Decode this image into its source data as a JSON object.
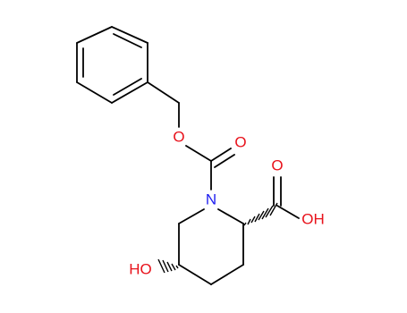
{
  "molecule": {
    "atoms": {
      "ester_oxygen": "O",
      "carbonyl_oxygen": "O",
      "ring_nitrogen": "N",
      "acid_carbonyl_oxygen": "O",
      "acid_hydroxyl": "OH",
      "ring_hydroxyl": "HO"
    },
    "colors": {
      "oxygen": "#e8121b",
      "nitrogen": "#1e1ef0",
      "carbon": "#000000"
    }
  }
}
